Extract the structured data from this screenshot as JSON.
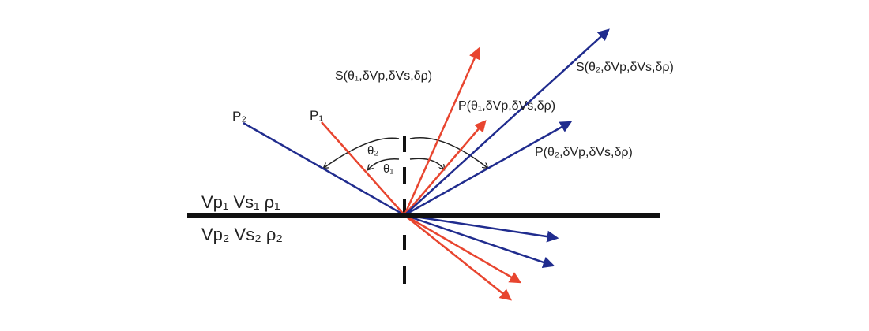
{
  "colors": {
    "incident_red": "#e8452f",
    "incident_blue": "#202c8e",
    "interface": "#111111",
    "arc": "#222222"
  },
  "labels": {
    "p2": "P₂",
    "p1": "P₁",
    "theta2": "θ₂",
    "theta1": "θ₁",
    "s_theta1": "S(θ₁,δVp,δVs,δρ)",
    "p_theta1": "P(θ₁,δVp,δVs,δρ)",
    "s_theta2": "S(θ₂,δVp,δVs,δρ)",
    "p_theta2": "P(θ₂,δVp,δVs,δρ)",
    "layer1": "Vp₁ Vs₁ ρ₁",
    "layer2": "Vp₂ Vs₂ ρ₂"
  }
}
